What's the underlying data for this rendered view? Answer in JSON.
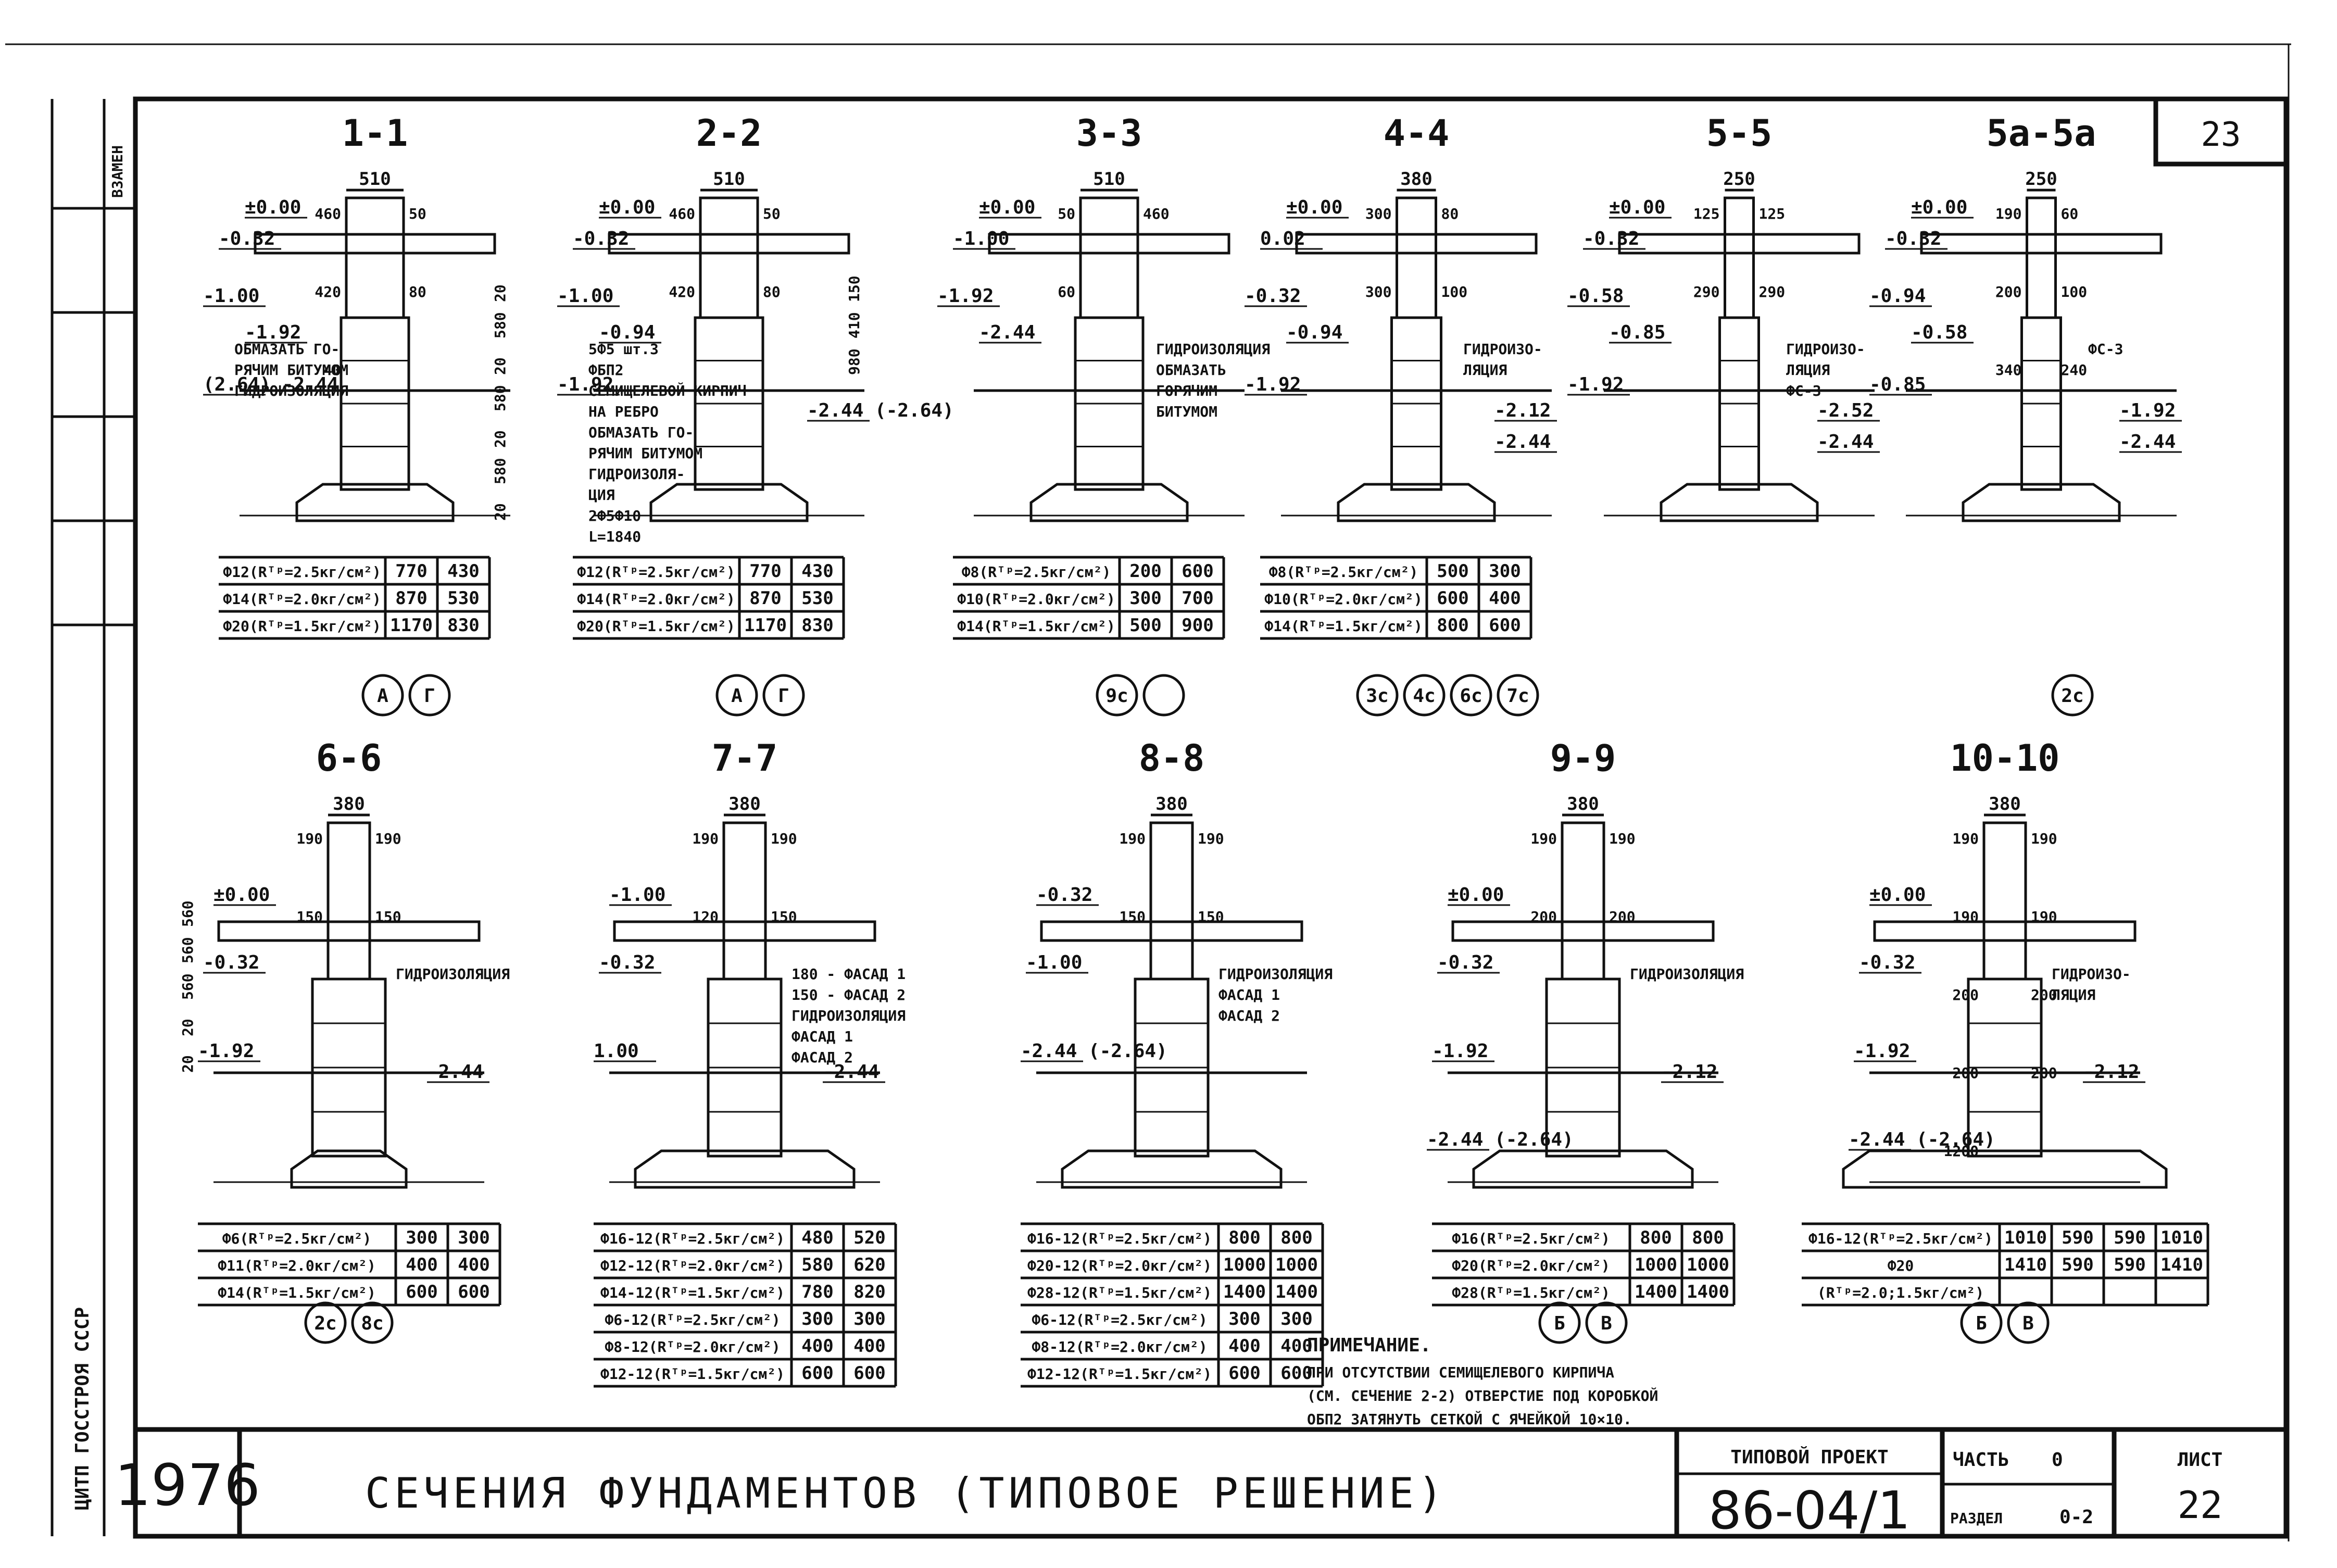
{
  "sheet_number": "23",
  "margin_stamp": {
    "top_left": "ВЗАМЕН",
    "side_text": "ЦИТП ГОССТРОЯ СССР"
  },
  "sections": [
    {
      "id": "s1",
      "title": "1-1",
      "width": "510",
      "dims": [
        "460",
        "50",
        "420",
        "80",
        "40"
      ],
      "levels": [
        "±0.00",
        "-0.32",
        "-1.00",
        "-1.92",
        "(2.64) -2.44"
      ],
      "notes": [
        "ОБМАЗАТЬ ГО-",
        "РЯЧИМ БИТУМОМ",
        "ГИДРОИЗОЛЯЦИЯ"
      ],
      "vdims": [
        "20",
        "580",
        "20",
        "580",
        "20",
        "580",
        "20"
      ],
      "table": [
        [
          "Ф12(Rᵀᵖ=2.5кг/см²)",
          "770",
          "430"
        ],
        [
          "Ф14(Rᵀᵖ=2.0кг/см²)",
          "870",
          "530"
        ],
        [
          "Ф20(Rᵀᵖ=1.5кг/см²)",
          "1170",
          "830"
        ]
      ],
      "axes": [
        "А",
        "Г"
      ]
    },
    {
      "id": "s2",
      "title": "2-2",
      "width": "510",
      "dims": [
        "460",
        "50",
        "420",
        "80"
      ],
      "levels": [
        "±0.00",
        "-0.32",
        "-1.00",
        "-0.94",
        "-1.92",
        "-2.44 (-2.64)"
      ],
      "notes": [
        "5Ф5 шт.3",
        "ФБП2",
        "СЕМИЩЕЛЕВОЙ КИРПИЧ",
        "НА РЕБРО",
        "ОБМАЗАТЬ ГО-",
        "РЯЧИМ БИТУМОМ",
        "ГИДРОИЗОЛЯ-",
        "ЦИЯ",
        "2Ф5Ф10",
        "L=1840"
      ],
      "vdims": [
        "150",
        "410",
        "980"
      ],
      "table": [
        [
          "Ф12(Rᵀᵖ=2.5кг/см²)",
          "770",
          "430"
        ],
        [
          "Ф14(Rᵀᵖ=2.0кг/см²)",
          "870",
          "530"
        ],
        [
          "Ф20(Rᵀᵖ=1.5кг/см²)",
          "1170",
          "830"
        ]
      ],
      "axes": [
        "А",
        "Г"
      ]
    },
    {
      "id": "s3",
      "title": "3-3",
      "width": "510",
      "dims": [
        "50",
        "460",
        "60"
      ],
      "levels": [
        "±0.00",
        "-1.00",
        "-1.92",
        "-2.44"
      ],
      "notes": [
        "ГИДРОИЗОЛЯЦИЯ",
        "ОБМАЗАТЬ",
        "ГОРЯЧИМ",
        "БИТУМОМ"
      ],
      "table": [
        [
          "Ф8(Rᵀᵖ=2.5кг/см²)",
          "200",
          "600"
        ],
        [
          "Ф10(Rᵀᵖ=2.0кг/см²)",
          "300",
          "700"
        ],
        [
          "Ф14(Rᵀᵖ=1.5кг/см²)",
          "500",
          "900"
        ]
      ],
      "axes": [
        "9с",
        ""
      ]
    },
    {
      "id": "s4",
      "title": "4-4",
      "width": "380",
      "dims": [
        "300",
        "80",
        "300",
        "100"
      ],
      "levels": [
        "±0.00",
        "0.02",
        "-0.32",
        "-0.94",
        "-1.92",
        "-2.12",
        "-2.44"
      ],
      "notes": [
        "ГИДРОИЗО-",
        "ЛЯЦИЯ"
      ],
      "table": [
        [
          "Ф8(Rᵀᵖ=2.5кг/см²)",
          "500",
          "300"
        ],
        [
          "Ф10(Rᵀᵖ=2.0кг/см²)",
          "600",
          "400"
        ],
        [
          "Ф14(Rᵀᵖ=1.5кг/см²)",
          "800",
          "600"
        ]
      ],
      "axes": [
        "3с",
        "4с",
        "6с",
        "7с"
      ]
    },
    {
      "id": "s5",
      "title": "5-5",
      "width": "250",
      "dims": [
        "125",
        "125",
        "290",
        "290"
      ],
      "levels": [
        "±0.00",
        "-0.32",
        "-0.58",
        "-0.85",
        "-1.92",
        "-2.52",
        "-2.44"
      ],
      "notes": [
        "ГИДРОИЗО-",
        "ЛЯЦИЯ",
        "ФС-3"
      ],
      "table": [],
      "axes": []
    },
    {
      "id": "s5a",
      "title": "5а-5а",
      "width": "250",
      "dims": [
        "190",
        "60",
        "200",
        "100",
        "340",
        "240"
      ],
      "levels": [
        "±0.00",
        "-0.32",
        "-0.94",
        "-0.58",
        "-0.85",
        "-1.92",
        "-2.44"
      ],
      "notes": [
        "ФС-3"
      ],
      "table": [],
      "axes": [
        "2с"
      ]
    },
    {
      "id": "s6",
      "title": "6-6",
      "width": "380",
      "dims": [
        "190",
        "190",
        "150",
        "150"
      ],
      "levels": [
        "±0.00",
        "-0.32",
        "-1.92",
        "-2.44"
      ],
      "notes": [
        "ГИДРОИЗОЛЯЦИЯ"
      ],
      "vdims": [
        "560",
        "560",
        "560",
        "20",
        "20"
      ],
      "table": [
        [
          "Ф6(Rᵀᵖ=2.5кг/см²)",
          "300",
          "300"
        ],
        [
          "Ф11(Rᵀᵖ=2.0кг/см²)",
          "400",
          "400"
        ],
        [
          "Ф14(Rᵀᵖ=1.5кг/см²)",
          "600",
          "600"
        ]
      ],
      "axes": [
        "2с",
        "8с"
      ]
    },
    {
      "id": "s7",
      "title": "7-7",
      "width": "380",
      "dims": [
        "190",
        "190",
        "120",
        "150"
      ],
      "levels": [
        "-1.00",
        "-0.32",
        "1.00",
        "-2.44"
      ],
      "notes": [
        "180 - ФАСАД 1",
        "150 - ФАСАД 2",
        "ГИДРОИЗОЛЯЦИЯ",
        "ФАСАД 1",
        "ФАСАД 2"
      ],
      "table": [
        [
          "Ф16-12(Rᵀᵖ=2.5кг/см²)",
          "480",
          "520"
        ],
        [
          "Ф12-12(Rᵀᵖ=2.0кг/см²)",
          "580",
          "620"
        ],
        [
          "Ф14-12(Rᵀᵖ=1.5кг/см²)",
          "780",
          "820"
        ],
        [
          "Ф6-12(Rᵀᵖ=2.5кг/см²)",
          "300",
          "300"
        ],
        [
          "Ф8-12(Rᵀᵖ=2.0кг/см²)",
          "400",
          "400"
        ],
        [
          "Ф12-12(Rᵀᵖ=1.5кг/см²)",
          "600",
          "600"
        ]
      ],
      "axes": []
    },
    {
      "id": "s8",
      "title": "8-8",
      "width": "380",
      "dims": [
        "190",
        "190",
        "150",
        "150"
      ],
      "levels": [
        "-0.32",
        "-1.00",
        "-2.44 (-2.64)"
      ],
      "notes": [
        "ГИДРОИЗОЛЯЦИЯ",
        "ФАСАД 1",
        "ФАСАД 2"
      ],
      "table": [
        [
          "Ф16-12(Rᵀᵖ=2.5кг/см²)",
          "800",
          "800"
        ],
        [
          "Ф20-12(Rᵀᵖ=2.0кг/см²)",
          "1000",
          "1000"
        ],
        [
          "Ф28-12(Rᵀᵖ=1.5кг/см²)",
          "1400",
          "1400"
        ],
        [
          "Ф6-12(Rᵀᵖ=2.5кг/см²)",
          "300",
          "300"
        ],
        [
          "Ф8-12(Rᵀᵖ=2.0кг/см²)",
          "400",
          "400"
        ],
        [
          "Ф12-12(Rᵀᵖ=1.5кг/см²)",
          "600",
          "600"
        ]
      ],
      "axes": []
    },
    {
      "id": "s9",
      "title": "9-9",
      "width": "380",
      "dims": [
        "190",
        "190",
        "200",
        "200"
      ],
      "levels": [
        "±0.00",
        "-0.32",
        "-1.92",
        "-2.12",
        "-2.44 (-2.64)"
      ],
      "notes": [
        "ГИДРОИЗОЛЯЦИЯ"
      ],
      "table": [
        [
          "Ф16(Rᵀᵖ=2.5кг/см²)",
          "800",
          "800"
        ],
        [
          "Ф20(Rᵀᵖ=2.0кг/см²)",
          "1000",
          "1000"
        ],
        [
          "Ф28(Rᵀᵖ=1.5кг/см²)",
          "1400",
          "1400"
        ]
      ],
      "axes": [
        "Б",
        "В"
      ]
    },
    {
      "id": "s10",
      "title": "10-10",
      "width": "380",
      "dims": [
        "190",
        "190",
        "190",
        "190",
        "200",
        "200",
        "200",
        "200",
        "1200"
      ],
      "levels": [
        "±0.00",
        "-0.32",
        "-1.92",
        "-2.12",
        "-2.44 (-2.64)"
      ],
      "notes": [
        "ГИДРОИЗО-",
        "ЛЯЦИЯ"
      ],
      "table": [
        [
          "Ф16-12(Rᵀᵖ=2.5кг/см²)",
          "1010",
          "590",
          "590",
          "1010"
        ],
        [
          "Ф20",
          "1410",
          "590",
          "590",
          "1410"
        ],
        [
          "(Rᵀᵖ=2.0;1.5кг/см²)",
          "",
          "",
          "",
          ""
        ]
      ],
      "axes": [
        "Б",
        "В"
      ]
    }
  ],
  "note": {
    "heading": "ПРИМЕЧАНИЕ.",
    "lines": [
      "ПРИ ОТСУТСТВИИ СЕМИЩЕЛЕВОГО КИРПИЧА",
      "(СМ. СЕЧЕНИЕ 2-2) ОТВЕРСТИЕ ПОД КОРОБКОЙ",
      "ОБП2 ЗАТЯНУТЬ СЕТКОЙ С ЯЧЕЙКОЙ 10×10."
    ]
  },
  "title_block": {
    "year": "1976",
    "title": "СЕЧЕНИЯ ФУНДАМЕНТОВ (ТИПОВОЕ РЕШЕНИЕ)",
    "project_label": "ТИПОВОЙ ПРОЕКТ",
    "project_number": "86-04/1",
    "part_label": "ЧАСТЬ",
    "part_value": "0",
    "section_label": "РАЗДЕЛ",
    "section_value": "0-2",
    "sheet_label": "ЛИСТ",
    "sheet_value": "22"
  }
}
